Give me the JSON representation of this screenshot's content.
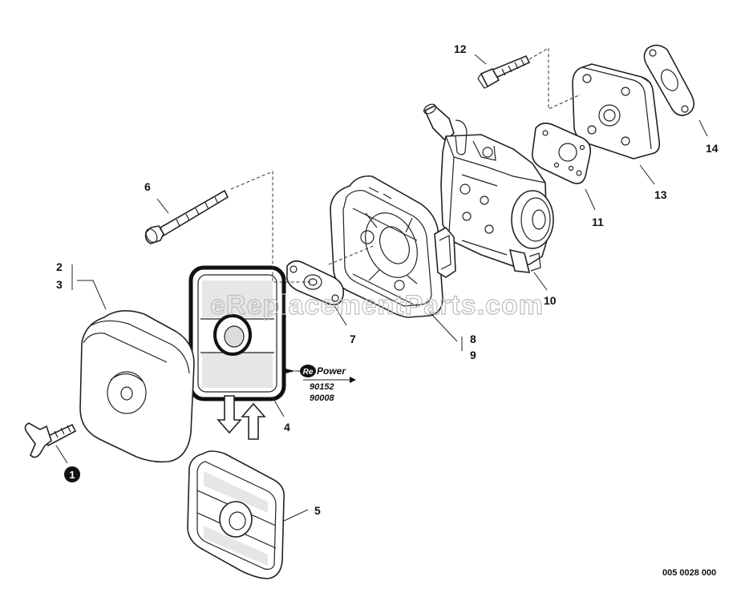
{
  "callouts": {
    "c1": "1",
    "c2": "2",
    "c3": "3",
    "c4": "4",
    "c5": "5",
    "c6": "6",
    "c7": "7",
    "c8": "8",
    "c9": "9",
    "c10": "10",
    "c11": "11",
    "c12": "12",
    "c13": "13",
    "c14": "14"
  },
  "repower": {
    "logo_prefix": "Re",
    "logo_suffix": "Power",
    "part_a": "90152",
    "part_b": "90008"
  },
  "watermark": "eReplacementParts.com",
  "drawing_code": "005 0028 000"
}
